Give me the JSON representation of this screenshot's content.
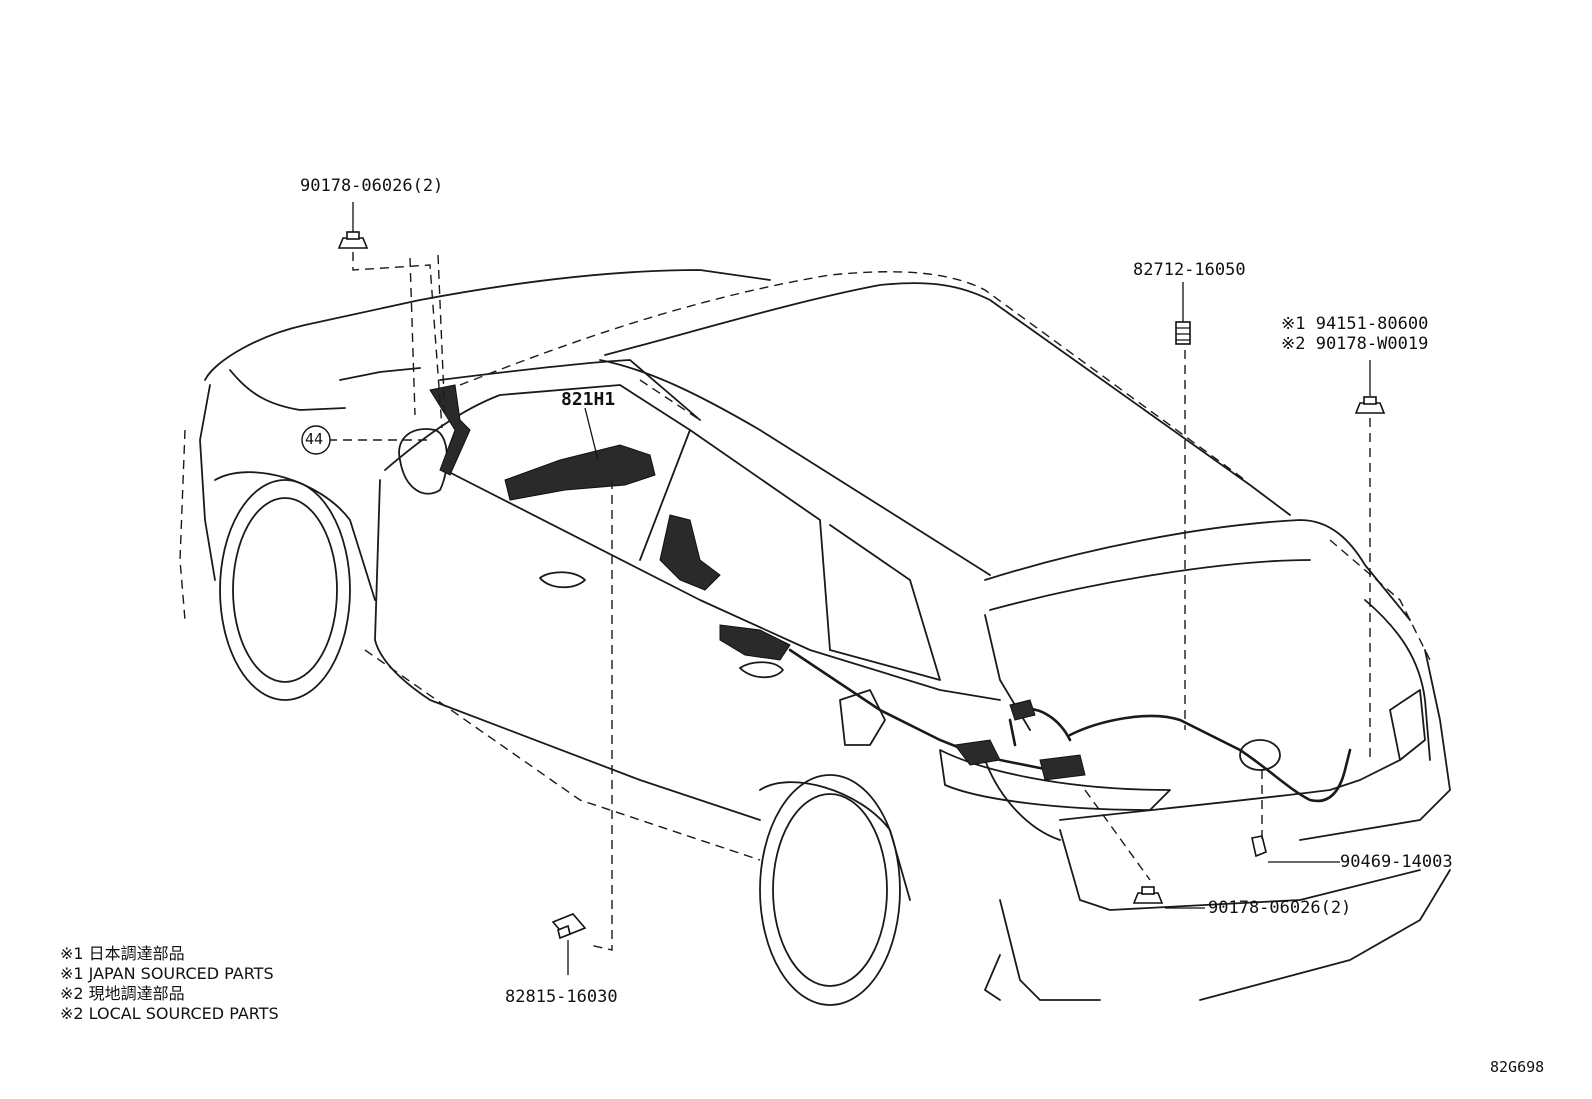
{
  "diagram": {
    "labels": {
      "nut_front": "90178-06026(2)",
      "harness_main": "821H1",
      "callout_ref": "44",
      "sensor_top": "82712-16050",
      "clip_note_1": "※1 94151-80600",
      "clip_note_2": "※2 90178-W0019",
      "grommet": "90469-14003",
      "nut_rear": "90178-06026(2)",
      "bracket": "82815-16030",
      "figure_code": "82G698"
    },
    "notes": [
      "※1 日本調達部品",
      "※1 JAPAN SOURCED PARTS",
      "※2 現地調達部品",
      "※2 LOCAL SOURCED PARTS"
    ],
    "line_color": "#1a1a1a",
    "background_color": "#ffffff"
  }
}
